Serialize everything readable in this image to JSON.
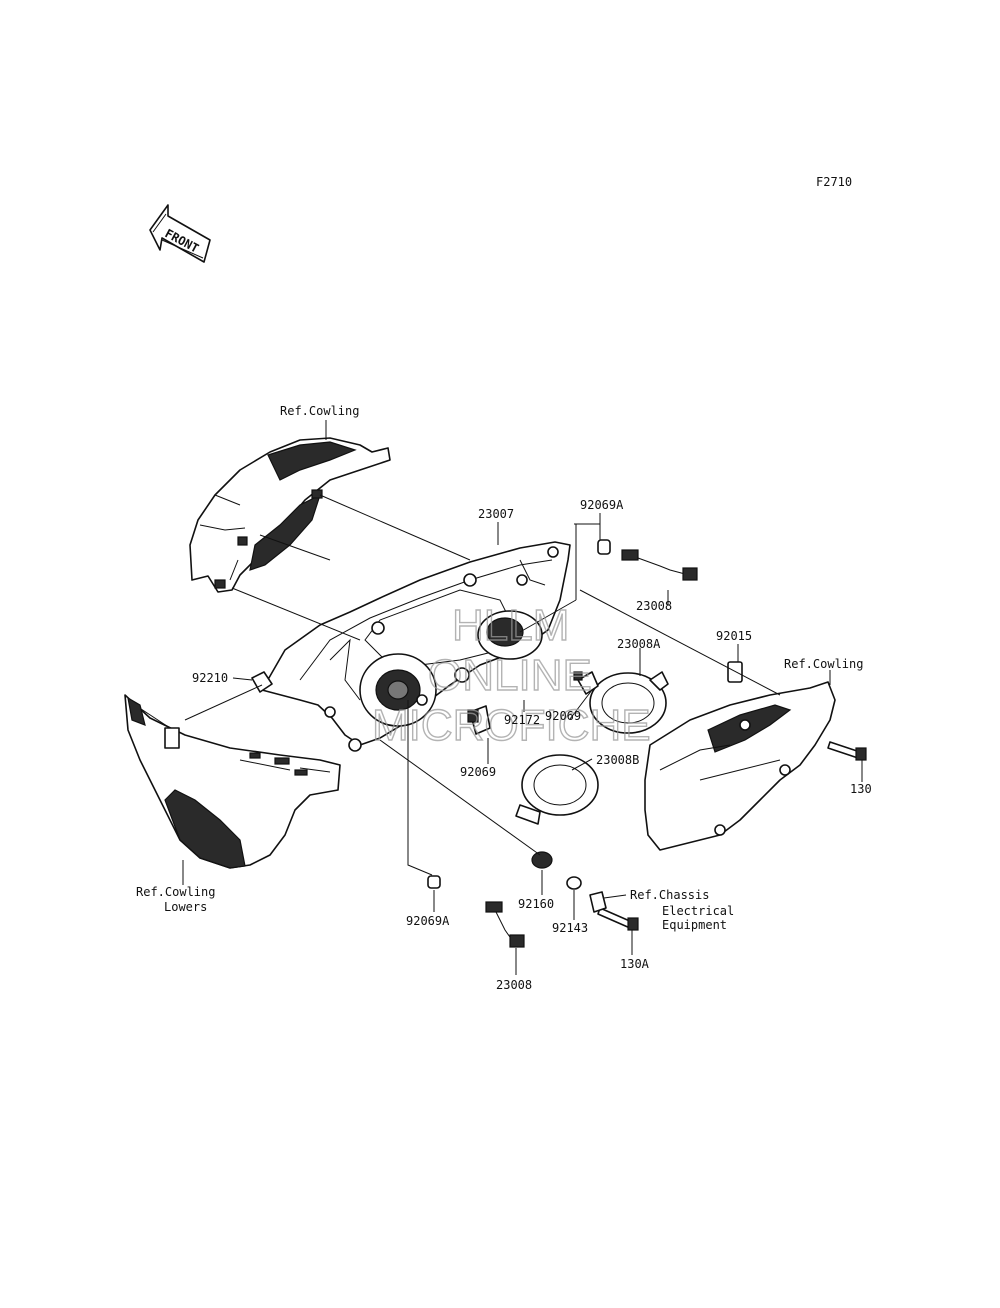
{
  "figure_code": "F2710",
  "front_arrow_text": "FRONT",
  "watermark": [
    "HLLM",
    "ONLINE",
    "MICROFICHE"
  ],
  "labels": {
    "ref_cowling_top": "Ref.Cowling",
    "p23007": "23007",
    "p92069a_top": "92069A",
    "p23008_top": "23008",
    "p23008a": "23008A",
    "p92015": "92015",
    "ref_cowling_right": "Ref.Cowling",
    "p130": "130",
    "p92210": "92210",
    "p92069_mid": "92069",
    "p92172": "92172",
    "p92069_low": "92069",
    "p23008b": "23008B",
    "ref_cowling_lowers_1": "Ref.Cowling",
    "ref_cowling_lowers_2": "Lowers",
    "p92160": "92160",
    "p92143": "92143",
    "ref_chassis_1": "Ref.Chassis",
    "ref_chassis_2": "Electrical",
    "ref_chassis_3": "Equipment",
    "p92069a_bottom": "92069A",
    "p23008_bottom": "23008",
    "p130a": "130A"
  }
}
